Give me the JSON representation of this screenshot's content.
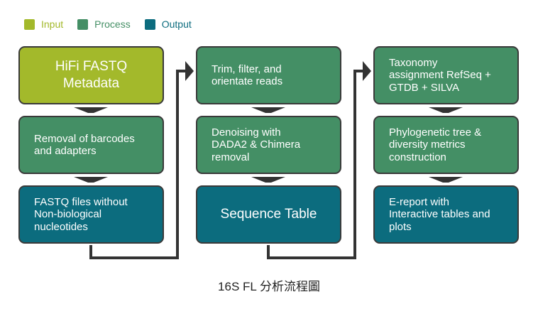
{
  "legend": [
    {
      "label": "Input",
      "color": "#a3b92b"
    },
    {
      "label": "Process",
      "color": "#448f65"
    },
    {
      "label": "Output",
      "color": "#0c6c7e"
    }
  ],
  "columns": [
    {
      "steps": [
        {
          "text": "HiFi FASTQ\nMetadata",
          "type": "input"
        },
        {
          "text": "Removal of barcodes\nand adapters",
          "type": "process"
        },
        {
          "text": "FASTQ files without\nNon-biological\nnucleotides",
          "type": "output"
        }
      ]
    },
    {
      "steps": [
        {
          "text": "Trim, filter, and\norientate reads",
          "type": "process"
        },
        {
          "text": "Denoising with\nDADA2 & Chimera\nremoval",
          "type": "process"
        },
        {
          "text": "Sequence Table",
          "type": "output"
        }
      ]
    },
    {
      "steps": [
        {
          "text": "Taxonomy\nassignment RefSeq +\nGTDB + SILVA",
          "type": "process"
        },
        {
          "text": "Phylogenetic tree &\ndiversity metrics\nconstruction",
          "type": "process"
        },
        {
          "text": "E-report with\nInteractive tables and\nplots",
          "type": "output"
        }
      ]
    }
  ],
  "caption": "16S FL 分析流程圖",
  "colors": {
    "input": "#a3b92b",
    "process": "#448f65",
    "output": "#0c6c7e",
    "connector": "#333333"
  }
}
